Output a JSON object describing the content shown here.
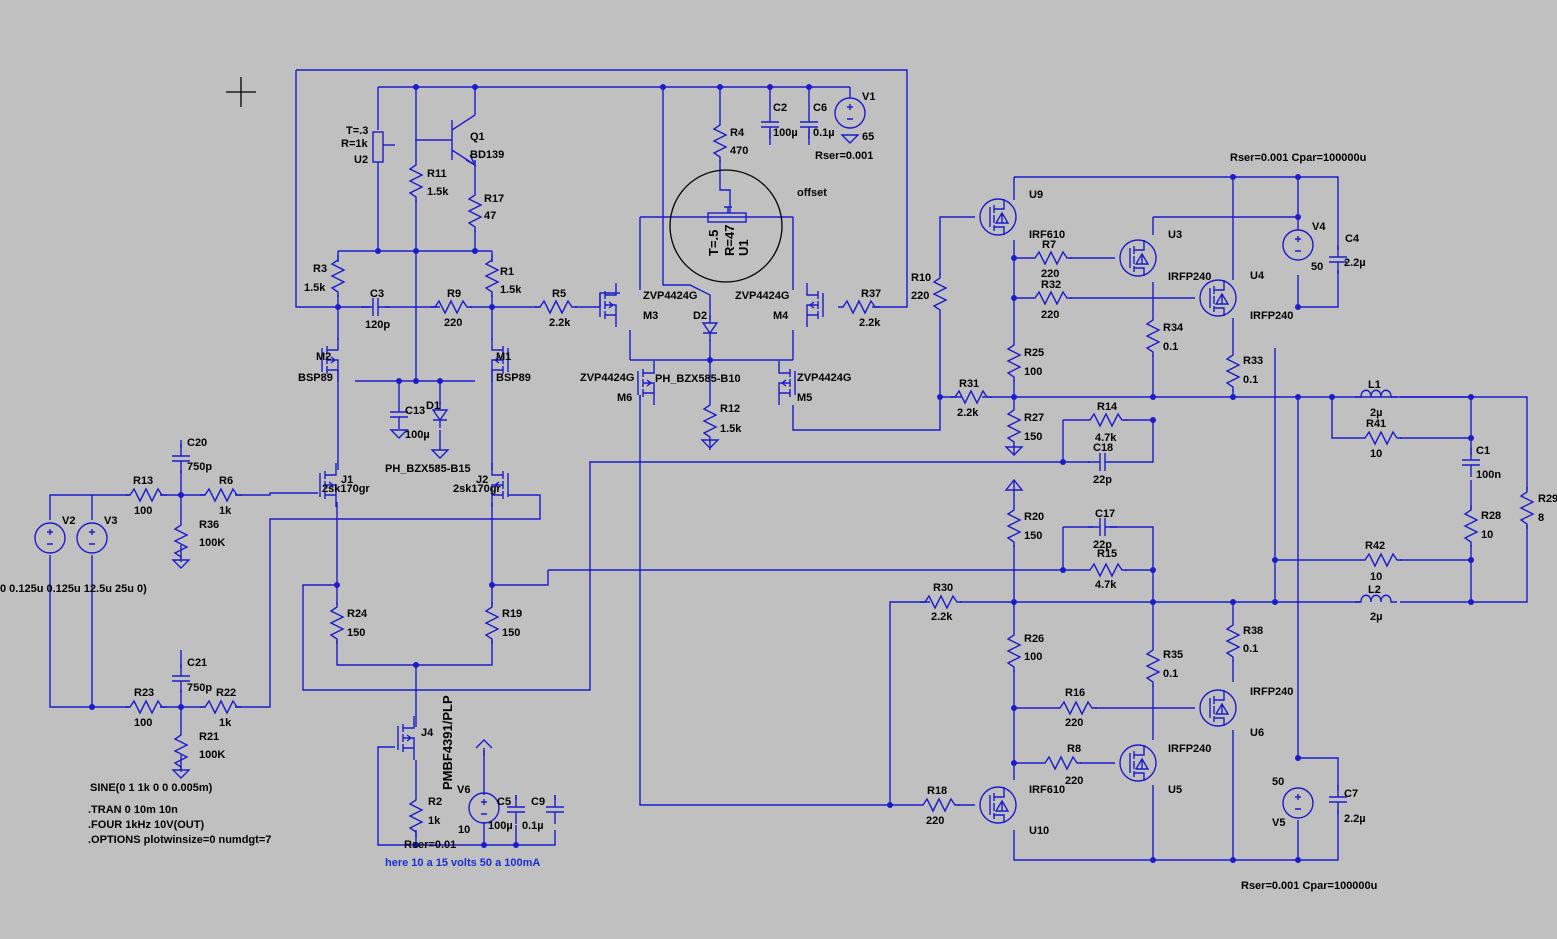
{
  "labels": {
    "v1": "V1",
    "v1v": "65",
    "v1r": "Rser=0.001",
    "c2": "C2",
    "c2v": "100µ",
    "c6": "C6",
    "c6v": "0.1µ",
    "r4": "R4",
    "r4v": "470",
    "offset": "offset",
    "u1": "U1",
    "u1r": "R=47",
    "u1t": "T=.5",
    "q1": "Q1",
    "q1v": "BD139",
    "u2": "U2",
    "u2r": "R=1k",
    "u2t": "T=.3",
    "r11": "R11",
    "r11v": "1.5k",
    "r17": "R17",
    "r17v": "47",
    "r3": "R3",
    "r3v": "1.5k",
    "r1": "R1",
    "r1v": "1.5k",
    "c3": "C3",
    "c3v": "120p",
    "r9": "R9",
    "r9v": "220",
    "r5": "R5",
    "r5v": "2.2k",
    "r37": "R37",
    "r37v": "2.2k",
    "m3": "M3",
    "m3v": "ZVP4424G",
    "m4": "M4",
    "m4v": "ZVP4424G",
    "m6": "M6",
    "m6v": "ZVP4424G",
    "m5": "M5",
    "m5v": "ZVP4424G",
    "d2": "D2",
    "d2v": "PH_BZX585-B10",
    "r12": "R12",
    "r12v": "1.5k",
    "m2": "M2",
    "m2v": "BSP89",
    "m1": "M1",
    "m1v": "BSP89",
    "c13": "C13",
    "c13v": "100µ",
    "d1": "D1",
    "d1v": "PH_BZX585-B15",
    "r10": "R10",
    "r10v": "220",
    "r31": "R31",
    "r31v": "2.2k",
    "u9": "U9",
    "u9v": "IRF610",
    "r7": "R7",
    "r7v": "220",
    "r32": "R32",
    "r32v": "220",
    "u3": "U3",
    "u3v": "IRFP240",
    "u4": "U4",
    "u4v": "IRFP240",
    "r25": "R25",
    "r25v": "100",
    "r27": "R27",
    "r27v": "150",
    "r34": "R34",
    "r34v": "0.1",
    "r33": "R33",
    "r33v": "0.1",
    "r14": "R14",
    "r14v": "4.7k",
    "c18": "C18",
    "c18v": "22p",
    "v4": "V4",
    "v4v": "50",
    "c4": "C4",
    "c4v": "2.2µ",
    "rser_top": "Rser=0.001 Cpar=100000u",
    "l1": "L1",
    "l1v": "2µ",
    "r41": "R41",
    "r41v": "10",
    "c1": "C1",
    "c1v": "100n",
    "r28": "R28",
    "r28v": "10",
    "r29": "R29",
    "r29v": "8",
    "r42": "R42",
    "r42v": "10",
    "l2": "L2",
    "l2v": "2µ",
    "c20": "C20",
    "c20v": "750p",
    "r13": "R13",
    "r13v": "100",
    "r6": "R6",
    "r6v": "1k",
    "r36": "R36",
    "r36v": "100K",
    "v2": "V2",
    "v3": "V3",
    "j1": "J1",
    "j1v": "2sk170gr",
    "j2": "J2",
    "j2v": "2sk170gr",
    "pulse": "0 0.125u 0.125u 12.5u 25u 0)",
    "c21": "C21",
    "c21v": "750p",
    "r23": "R23",
    "r23v": "100",
    "r22": "R22",
    "r22v": "1k",
    "r21": "R21",
    "r21v": "100K",
    "r24": "R24",
    "r24v": "150",
    "r19": "R19",
    "r19v": "150",
    "j4": "J4",
    "j4v": "PMBF4391/PLP",
    "r2": "R2",
    "r2v": "1k",
    "v6": "V6",
    "v6v": "10",
    "c5": "C5",
    "c5v": "100µ",
    "c9": "C9",
    "c9v": "0.1µ",
    "rser6": "Rser=0.01",
    "here": "here 10 a 15 volts 50 a 100mA",
    "sine": "SINE(0 1 1k 0 0 0.005m)",
    "tran": ".TRAN 0 10m 10n",
    "four": ".FOUR 1kHz 10V(OUT)",
    "opts": ".OPTIONS plotwinsize=0 numdgt=7",
    "r20": "R20",
    "r20v": "150",
    "c17": "C17",
    "c17v": "22p",
    "r15": "R15",
    "r15v": "4.7k",
    "r30": "R30",
    "r30v": "2.2k",
    "r26": "R26",
    "r26v": "100",
    "r35": "R35",
    "r35v": "0.1",
    "r38": "R38",
    "r38v": "0.1",
    "r16": "R16",
    "r16v": "220",
    "r8": "R8",
    "r8v": "220",
    "u6": "U6",
    "u6v": "IRFP240",
    "u5": "U5",
    "u5v": "IRFP240",
    "r18": "R18",
    "r18v": "220",
    "u10": "U10",
    "u10v": "IRF610",
    "v5": "V5",
    "v5v": "50",
    "c7": "C7",
    "c7v": "2.2µ",
    "rser_bot": "Rser=0.001 Cpar=100000u"
  },
  "colors": {
    "wire": "#1c1ccc",
    "background": "#c0c0c0",
    "note": "#1a2fd0"
  }
}
